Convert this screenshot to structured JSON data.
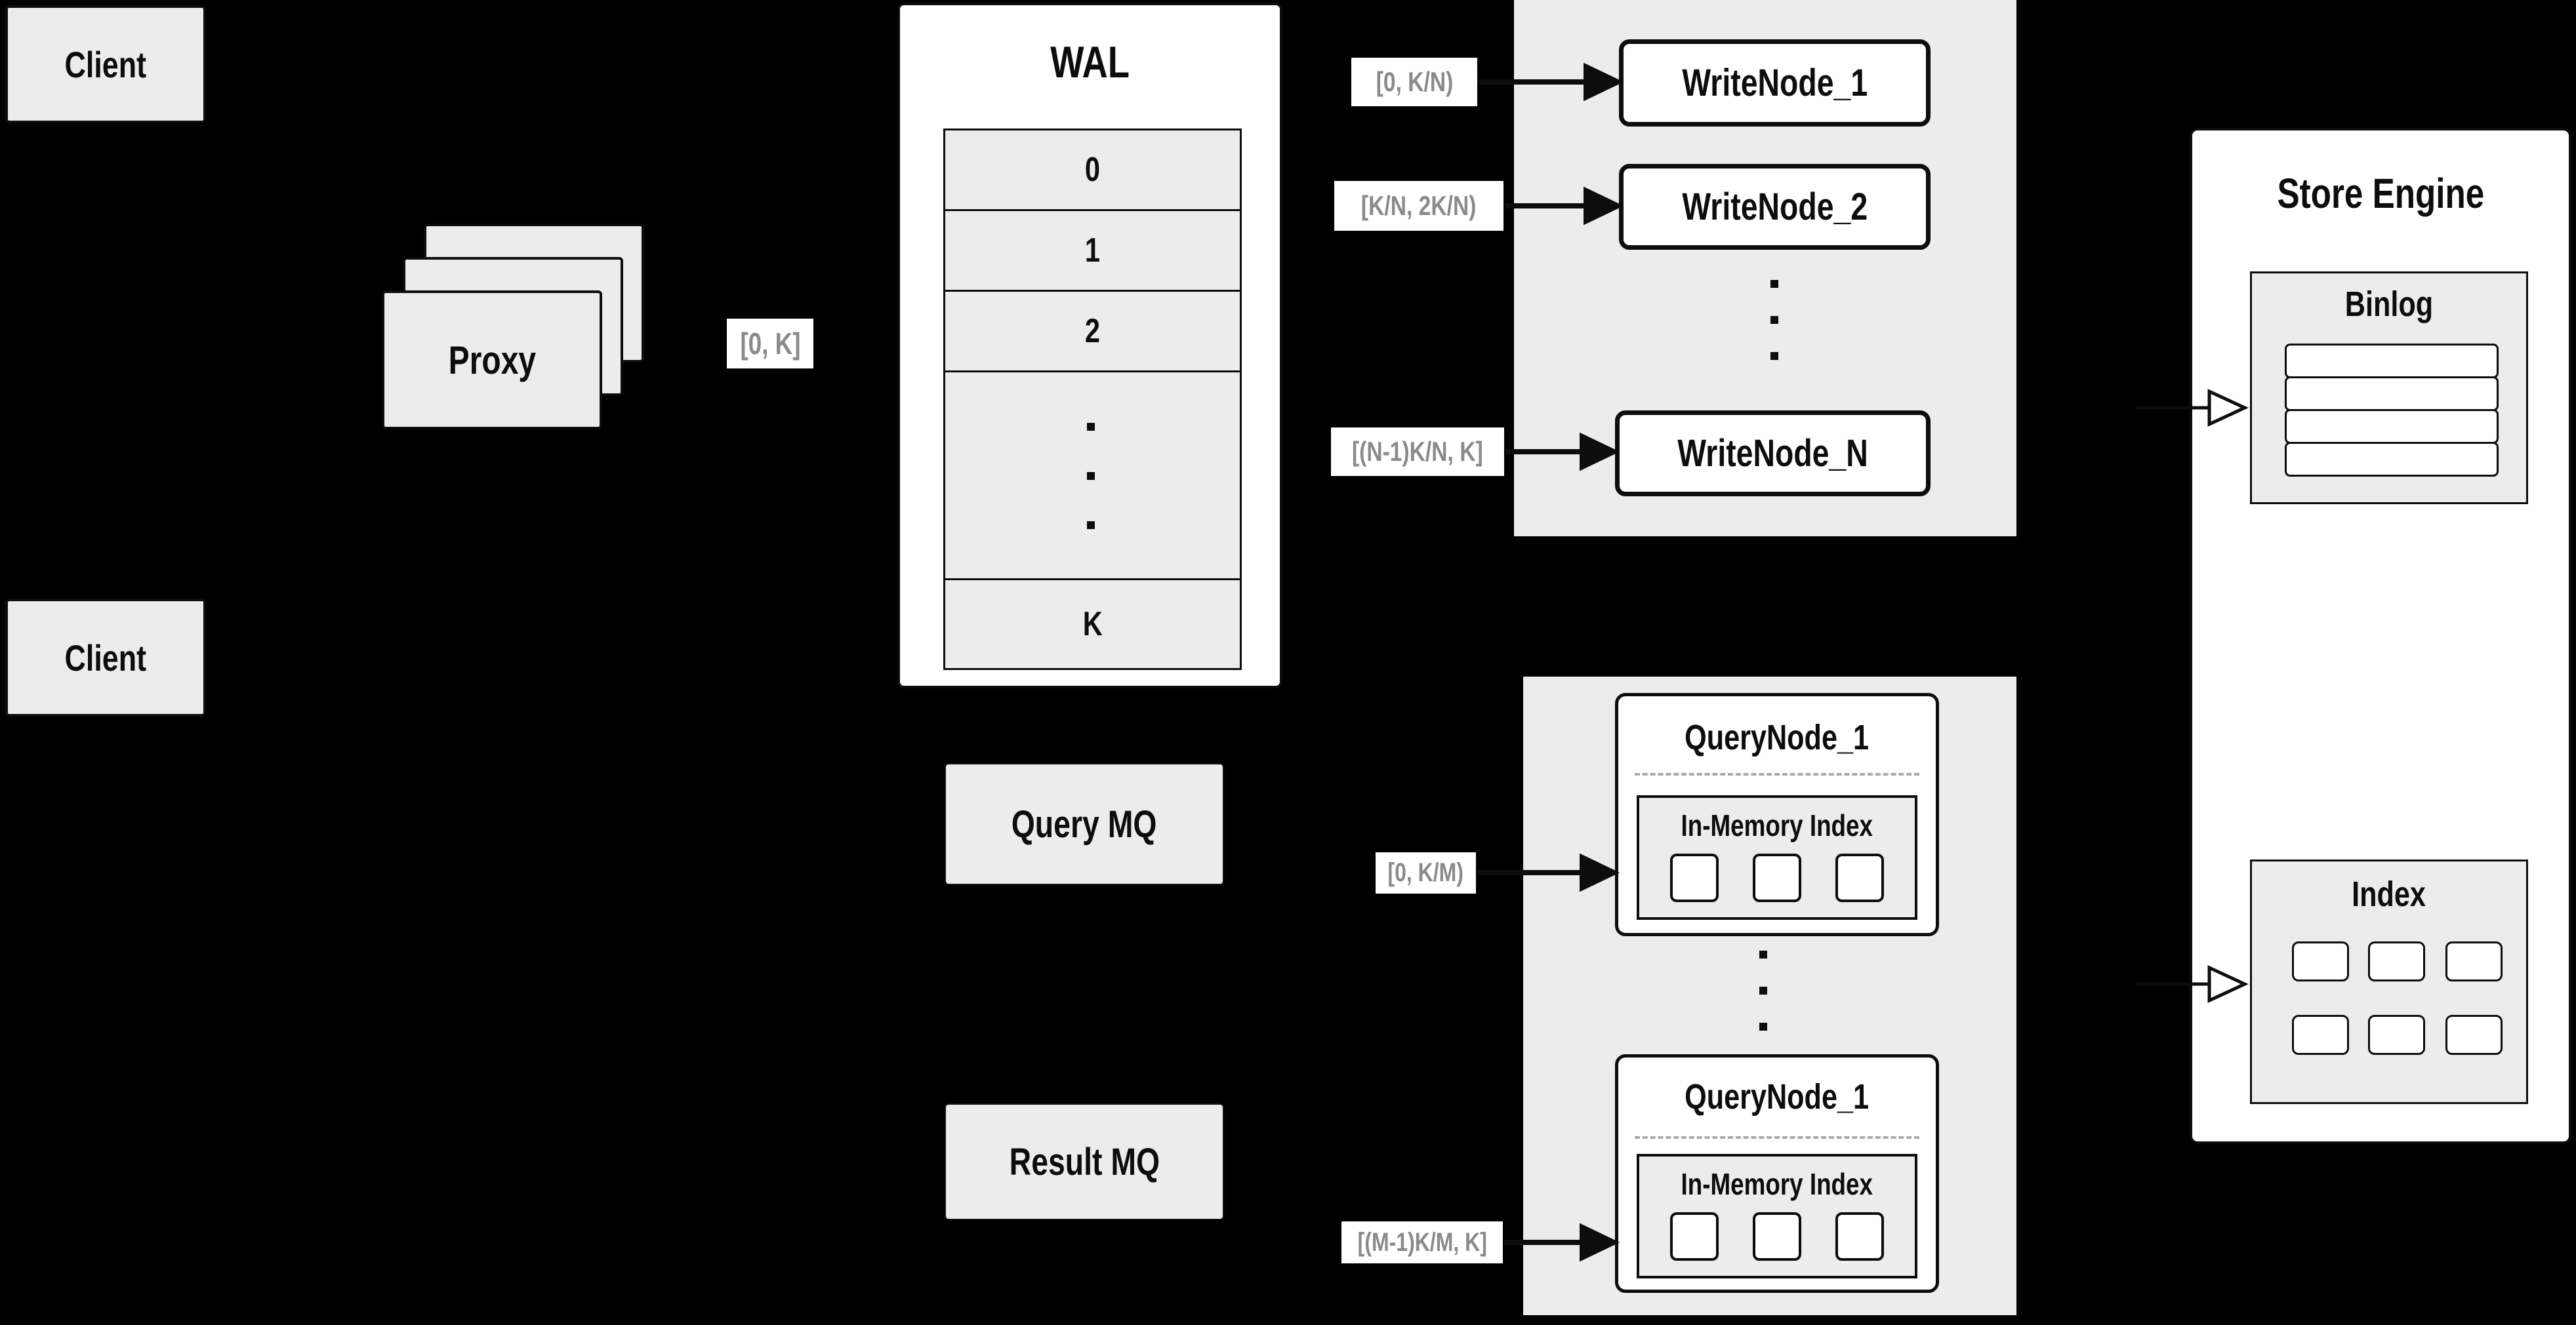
{
  "colors": {
    "background": "#000000",
    "panel_gray": "#ececec",
    "panel_white": "#ffffff",
    "line_black": "#0d0d0d",
    "range_label_text": "#8a8a8a",
    "dashed_separator": "#aaaaaa"
  },
  "clients": {
    "top_label": "Client",
    "bottom_label": "Client"
  },
  "proxy": {
    "label": "Proxy",
    "output_range": "[0, K]"
  },
  "wal": {
    "title": "WAL",
    "segments": [
      "0",
      "1",
      "2"
    ],
    "tail_segment": "K"
  },
  "write_cluster": {
    "nodes": [
      {
        "range": "[0, K/N)",
        "name": "WriteNode_1"
      },
      {
        "range": "[K/N, 2K/N)",
        "name": "WriteNode_2"
      },
      {
        "range": "[(N-1)K/N, K]",
        "name": "WriteNode_N"
      }
    ]
  },
  "store_engine": {
    "title": "Store Engine",
    "binlog": {
      "title": "Binlog",
      "row_count": 4
    },
    "index": {
      "title": "Index",
      "cell_count": 6
    }
  },
  "mq": {
    "query_label": "Query MQ",
    "result_label": "Result MQ"
  },
  "query_cluster": {
    "nodes": [
      {
        "range": "[0, K/M)",
        "name": "QueryNode_1",
        "memory_label": "In-Memory Index"
      },
      {
        "range": "[(M-1)K/M, K]",
        "name": "QueryNode_1",
        "memory_label": "In-Memory Index"
      }
    ]
  }
}
